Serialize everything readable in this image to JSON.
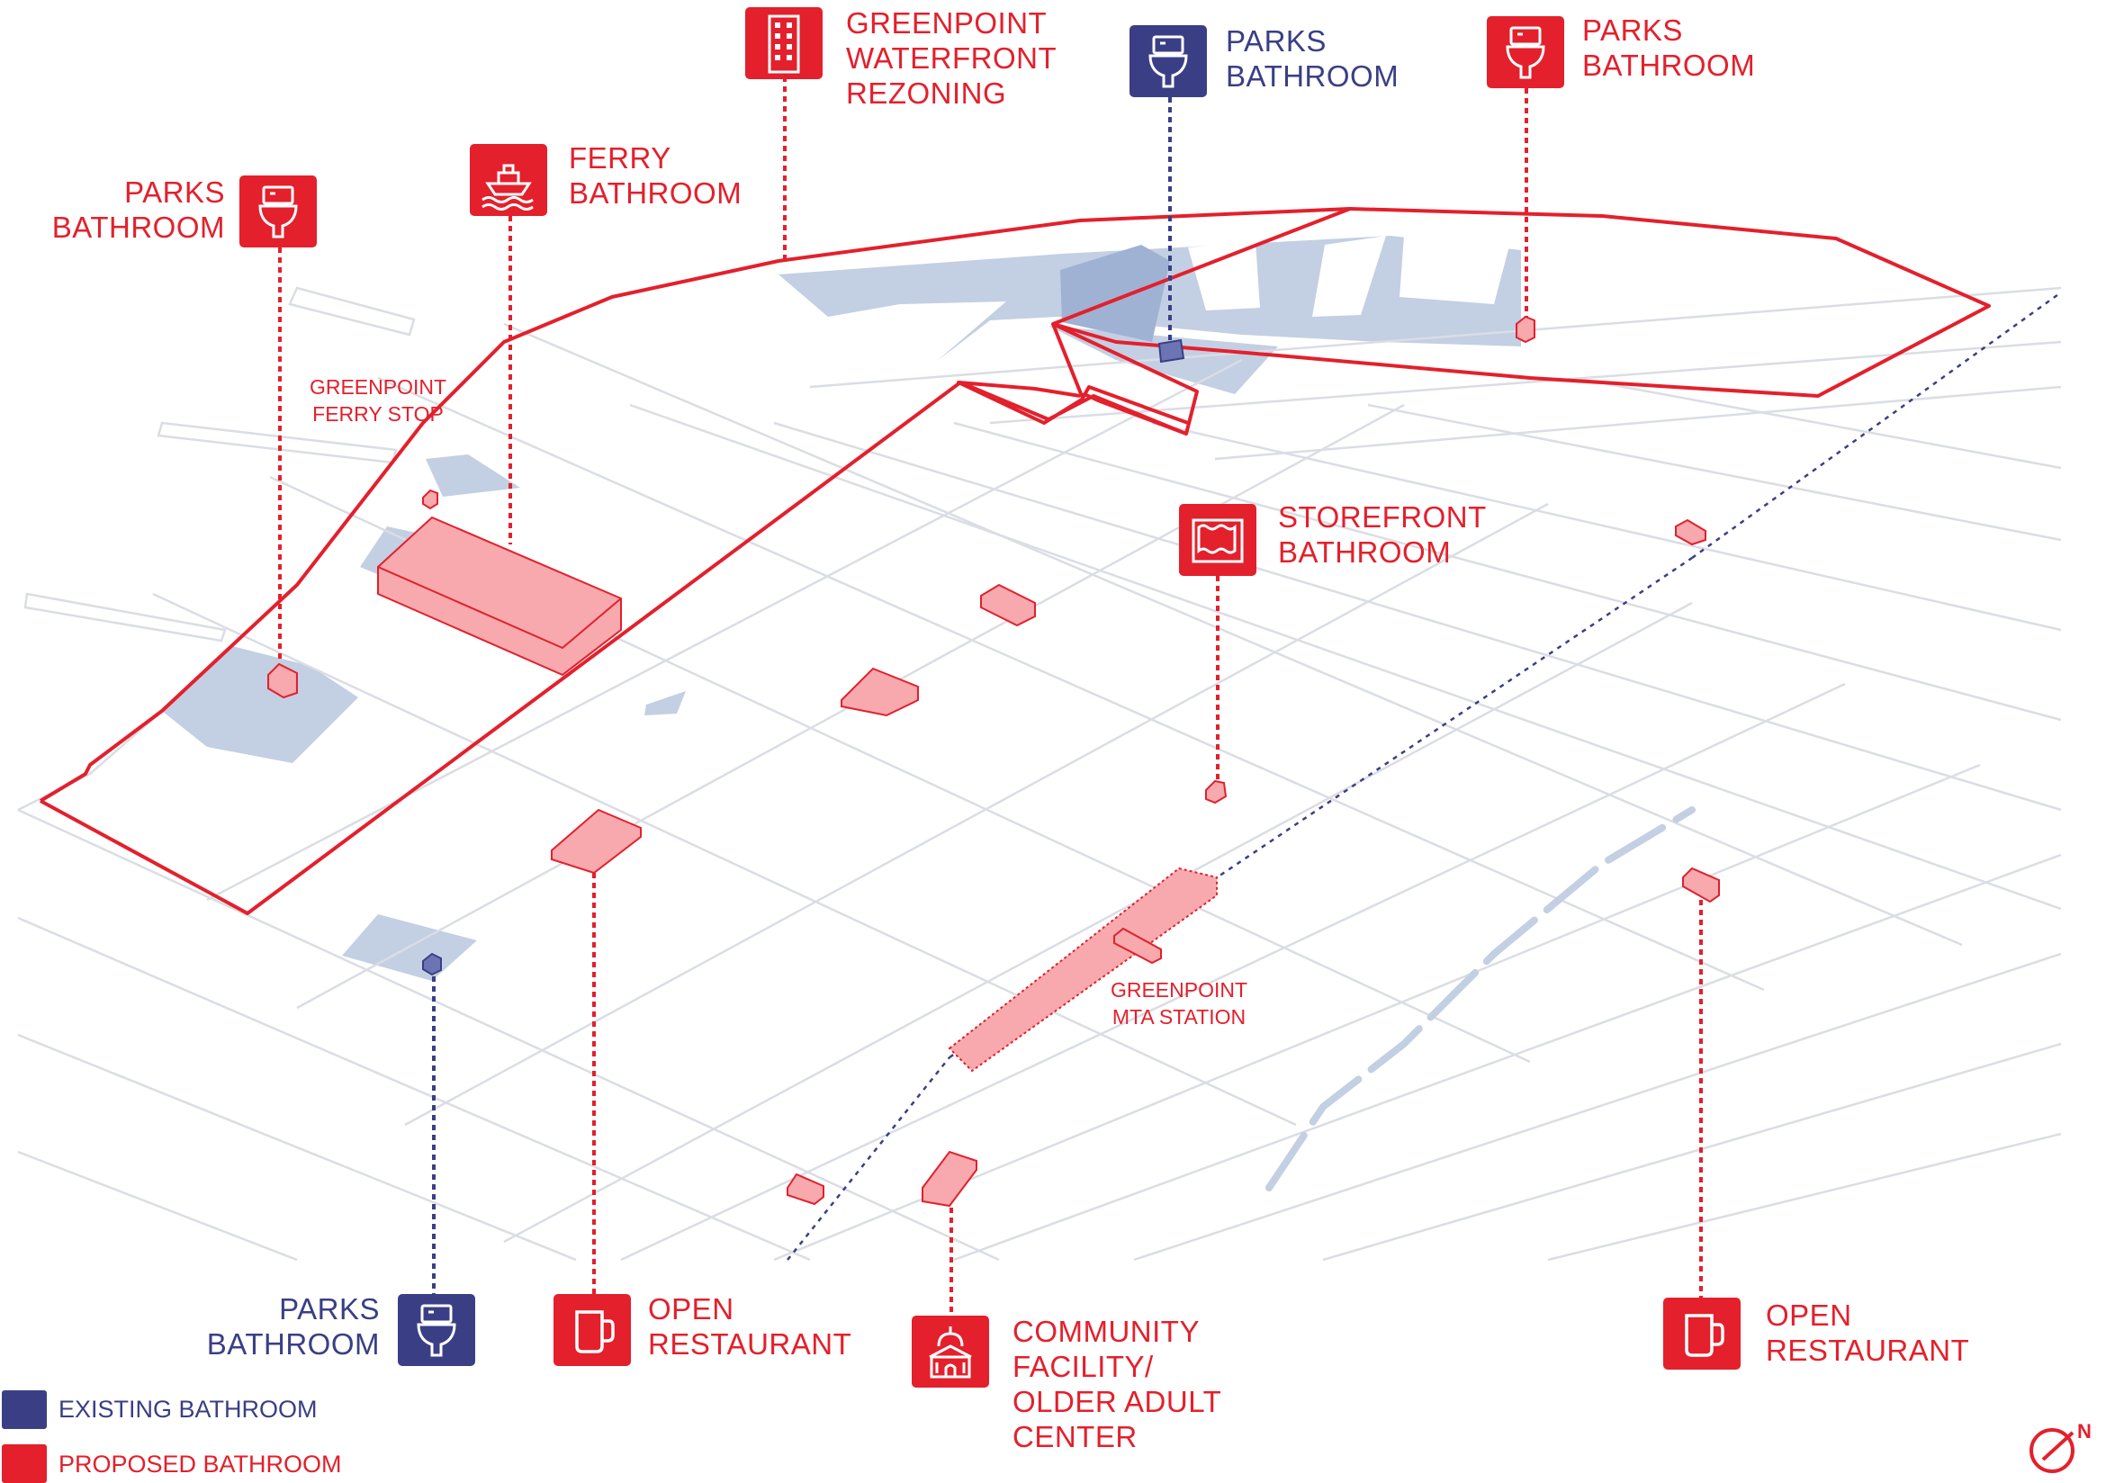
{
  "colors": {
    "proposed": "#e3202c",
    "existing": "#3a3f85",
    "park": "#c3cfe3",
    "street": "#dadde4"
  },
  "callouts": [
    {
      "id": "parks-bathroom-west",
      "text": "PARKS\nBATHROOM",
      "status": "proposed",
      "icon": "toilet-icon"
    },
    {
      "id": "ferry-bathroom",
      "text": "FERRY\nBATHROOM",
      "status": "proposed",
      "icon": "ferry-icon"
    },
    {
      "id": "greenpoint-waterfront-rezoning",
      "text": "GREENPOINT\nWATERFRONT\nREZONING",
      "status": "proposed",
      "icon": "building-icon"
    },
    {
      "id": "parks-bathroom-existing-north",
      "text": "PARKS\nBATHROOM",
      "status": "existing",
      "icon": "toilet-icon"
    },
    {
      "id": "parks-bathroom-east",
      "text": "PARKS\nBATHROOM",
      "status": "proposed",
      "icon": "toilet-icon"
    },
    {
      "id": "storefront-bathroom",
      "text": "STOREFRONT\nBATHROOM",
      "status": "proposed",
      "icon": "storefront-icon"
    },
    {
      "id": "parks-bathroom-existing-south",
      "text": "PARKS\nBATHROOM",
      "status": "existing",
      "icon": "toilet-icon"
    },
    {
      "id": "open-restaurant-west",
      "text": "OPEN\nRESTAURANT",
      "status": "proposed",
      "icon": "mug-icon"
    },
    {
      "id": "community-facility",
      "text": "COMMUNITY\nFACILITY/\nOLDER ADULT\nCENTER",
      "status": "proposed",
      "icon": "civic-building-icon"
    },
    {
      "id": "open-restaurant-east",
      "text": "OPEN\nRESTAURANT",
      "status": "proposed",
      "icon": "mug-icon"
    }
  ],
  "place_labels": {
    "ferry_stop": "GREENPOINT\nFERRY STOP",
    "mta_station": "GREENPOINT\nMTA STATION"
  },
  "legend": {
    "existing": "EXISTING BATHROOM",
    "proposed": "PROPOSED BATHROOM"
  },
  "north_arrow": "N"
}
